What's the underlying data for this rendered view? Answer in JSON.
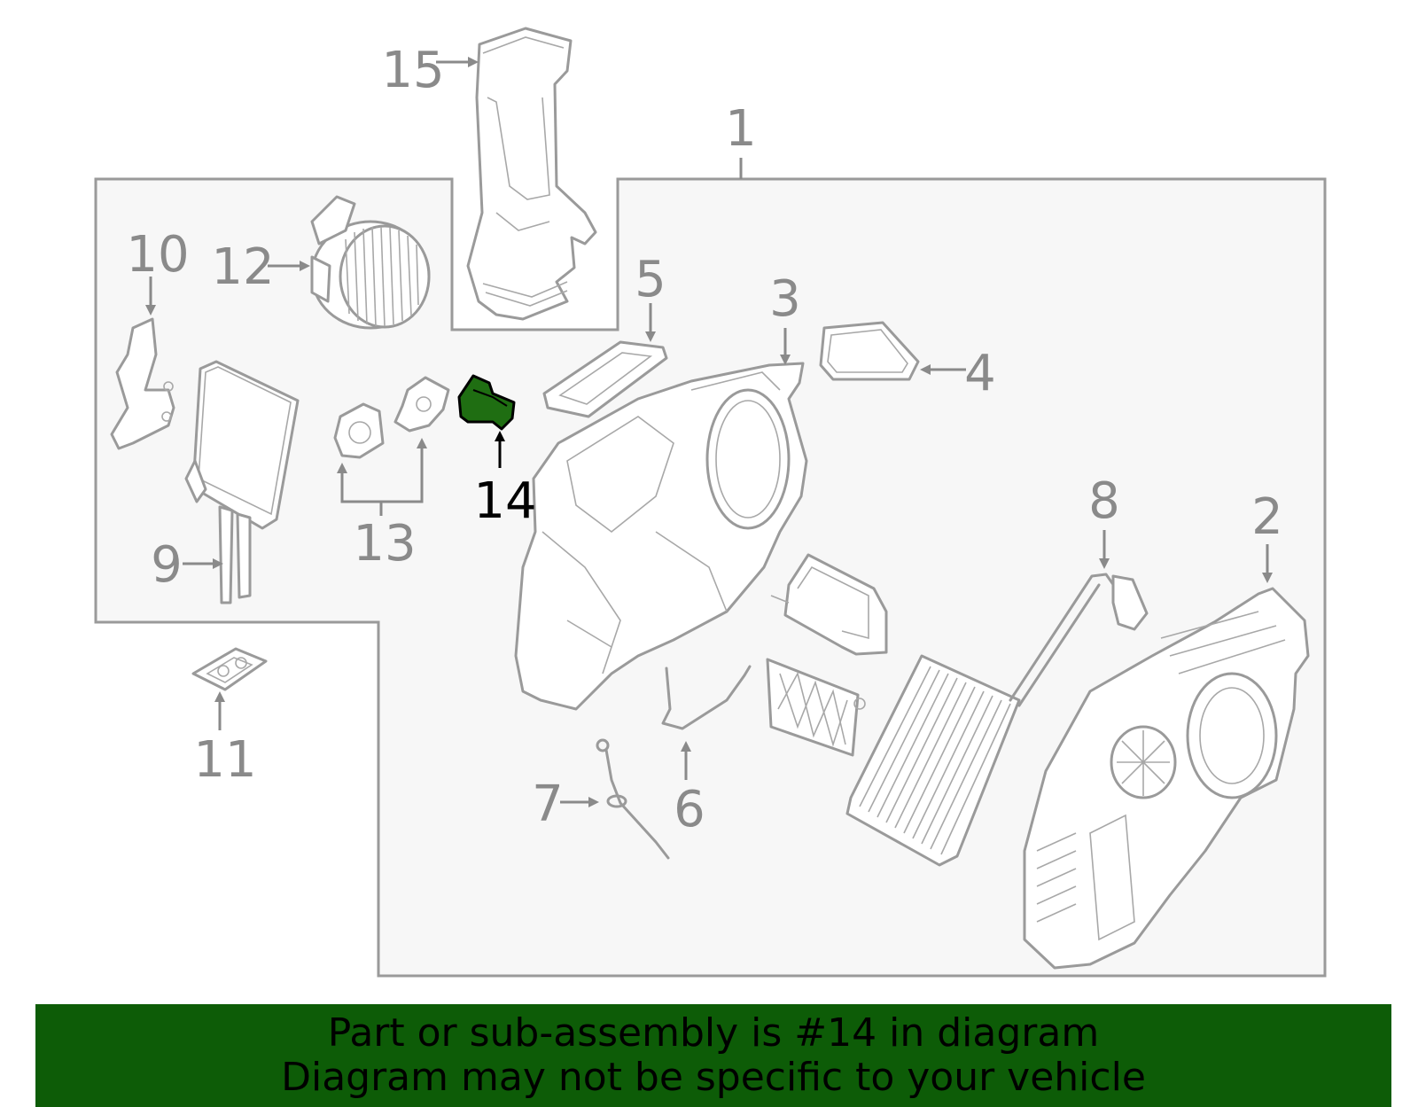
{
  "colors": {
    "highlight_part": "#1f6e12",
    "footer_background": "#0d5c07",
    "callout_gray": "#8a8a8a",
    "callout_highlight": "#000000",
    "outline_fill": "#f7f7f7"
  },
  "callouts": {
    "c1": "1",
    "c2": "2",
    "c3": "3",
    "c4": "4",
    "c5": "5",
    "c6": "6",
    "c7": "7",
    "c8": "8",
    "c9": "9",
    "c10": "10",
    "c11": "11",
    "c12": "12",
    "c13": "13",
    "c14": "14",
    "c15": "15"
  },
  "highlighted_part": "14",
  "footer": {
    "line1": "Part or sub-assembly is #14 in diagram",
    "line2": "Diagram may not be specific to your vehicle"
  }
}
